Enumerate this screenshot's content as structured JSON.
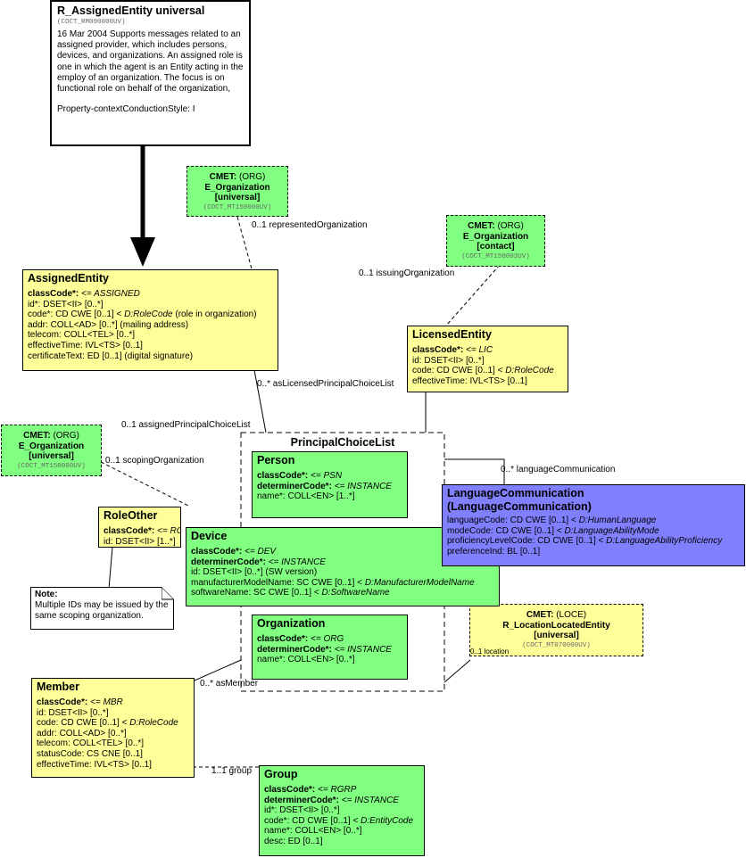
{
  "header_box": {
    "title": "R_AssignedEntity universal",
    "code": "(COCT_RM090000UV)",
    "description": "16 Mar 2004 Supports messages related to an assigned provider, which includes persons, devices, and organizations. An assigned role is one in which the agent is an Entity acting in the employ of an organization. The focus is on functional role on behalf of the organization,",
    "style": "Property-contextConductionStyle: I"
  },
  "cmet_org_top": {
    "prefix": "CMET:",
    "kind": "(ORG)",
    "name": "E_Organization",
    "variant": "[universal]",
    "code": "(COCT_MT150000UV)"
  },
  "cmet_org_contact": {
    "prefix": "CMET:",
    "kind": "(ORG)",
    "name": "E_Organization",
    "variant": "[contact]",
    "code": "(COCT_MT150003UV)"
  },
  "cmet_org_left": {
    "prefix": "CMET:",
    "kind": "(ORG)",
    "name": "E_Organization",
    "variant": "[universal]",
    "code": "(COCT_MT150000UV)"
  },
  "cmet_loce": {
    "prefix": "CMET:",
    "kind": "(LOCE)",
    "name": "R_LocationLocatedEntity",
    "variant": "[universal]",
    "code": "(COCT_MT070000UV)"
  },
  "assigned_entity": {
    "title": "AssignedEntity",
    "a1k": "classCode*:",
    "a1v": "<= ASSIGNED",
    "a2": "id*: DSET<II> [0..*]",
    "a3a": "code*: CD CWE [0..1] <",
    "a3b": "D:RoleCode",
    "a3c": "(role in organization)",
    "a4": "addr: COLL<AD> [0..*] (mailing address)",
    "a5": "telecom: COLL<TEL> [0..*]",
    "a6": "effectiveTime: IVL<TS> [0..1]",
    "a7": "certificateText: ED [0..1] (digital signature)"
  },
  "licensed_entity": {
    "title": "LicensedEntity",
    "a1k": "classCode*:",
    "a1v": "<= LIC",
    "a2": "id: DSET<II> [0..*]",
    "a3a": "code: CD CWE [0..1] <",
    "a3b": "D:RoleCode",
    "a4": "effectiveTime: IVL<TS> [0..1]"
  },
  "principal_choice_list": {
    "title": "PrincipalChoiceList"
  },
  "person": {
    "title": "Person",
    "a1k": "classCode*:",
    "a1v": "<= PSN",
    "a2k": "determinerCode*:",
    "a2v": "<= INSTANCE",
    "a3": "name*: COLL<EN> [1..*]"
  },
  "device": {
    "title": "Device",
    "a1k": "classCode*:",
    "a1v": "<= DEV",
    "a2k": "determinerCode*:",
    "a2v": "<= INSTANCE",
    "a3": "id: DSET<II> [0..*] (SW version)",
    "a4a": "manufacturerModelName: SC CWE [0..1] <",
    "a4b": "D:ManufacturerModelName",
    "a5a": "softwareName: SC CWE [0..1] <",
    "a5b": "D:SoftwareName"
  },
  "organization": {
    "title": "Organization",
    "a1k": "classCode*:",
    "a1v": "<= ORG",
    "a2k": "determinerCode*:",
    "a2v": "<= INSTANCE",
    "a3": "name*: COLL<EN> [0..*]"
  },
  "role_other": {
    "title": "RoleOther",
    "a1k": "classCode*:",
    "a1v": "<= ROL",
    "a2": "id: DSET<II> [1..*]"
  },
  "note": {
    "title": "Note:",
    "text": "Multiple IDs may be issued by the same scoping organization."
  },
  "language_communication": {
    "title": "LanguageCommunication",
    "title2": "(LanguageCommunication)",
    "a1a": "languageCode: CD CWE [0..1] <",
    "a1b": "D:HumanLanguage",
    "a2a": "modeCode: CD CWE [0..1] <",
    "a2b": "D:LanguageAbilityMode",
    "a3a": "proficiencyLevelCode: CD CWE [0..1] <",
    "a3b": "D:LanguageAbilityProficiency",
    "a4": "preferenceInd: BL [0..1]"
  },
  "member": {
    "title": "Member",
    "a1k": "classCode*:",
    "a1v": "<= MBR",
    "a2": "id: DSET<II> [0..*]",
    "a3a": "code: CD CWE [0..1] <",
    "a3b": "D:RoleCode",
    "a4": "addr: COLL<AD> [0..*]",
    "a5": "telecom: COLL<TEL> [0..*]",
    "a6": "statusCode: CS CNE [0..1]",
    "a7": "effectiveTime: IVL<TS> [0..1]"
  },
  "group": {
    "title": "Group",
    "a1k": "classCode*:",
    "a1v": "<= RGRP",
    "a2k": "determinerCode*:",
    "a2v": "<= INSTANCE",
    "a3": "id*: DSET<II> [0..*]",
    "a4a": "code*: CD CWE [0..1] <",
    "a4b": "D:EntityCode",
    "a5": "name*: COLL<EN> [0..*]",
    "a6": "desc: ED [0..1]"
  },
  "labels": {
    "represented": "0..1 representedOrganization",
    "issuing": "0..1 issuingOrganization",
    "as_licensed": "0..* asLicensedPrincipalChoiceList",
    "assigned_pcl": "0..1 assignedPrincipalChoiceList",
    "scoping": "0..1 scopingOrganization",
    "language": "0..* languageCommunication",
    "location": "0..1 location",
    "as_member": "0..* asMember",
    "group": "1..1 group"
  }
}
